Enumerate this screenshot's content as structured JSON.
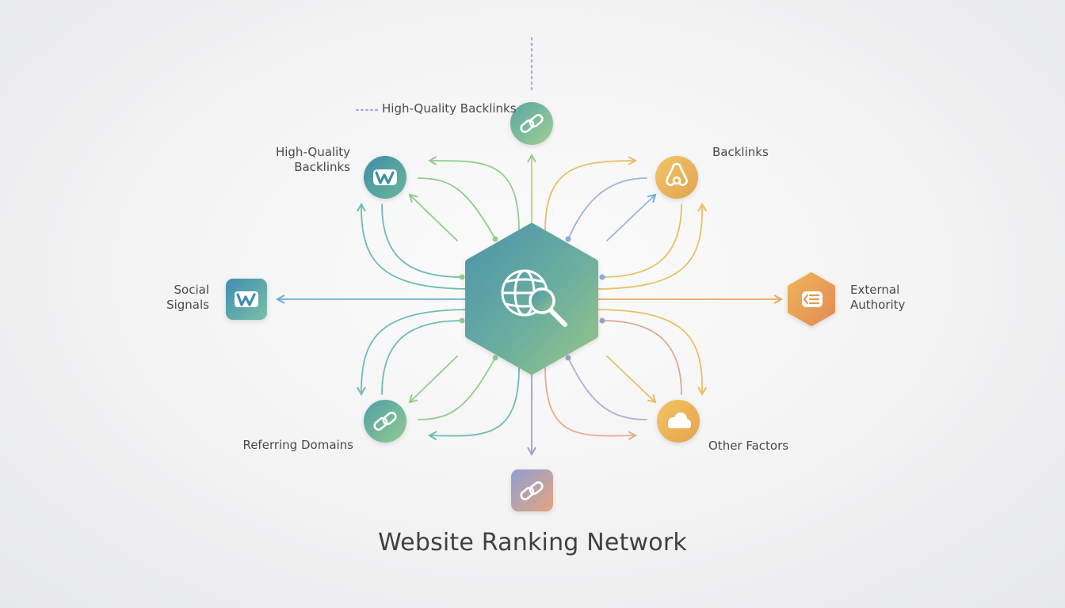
{
  "title": "Website Ranking Network",
  "hub": {
    "icon": "globe-search-icon"
  },
  "nodes": [
    {
      "id": "top",
      "label": "High-Quality Backlinks",
      "icon": "link-icon",
      "shape": "circle",
      "color": "#7fc3a6"
    },
    {
      "id": "upper-left",
      "label_lines": [
        "High-Quality",
        "Backlinks"
      ],
      "icon": "w-logo-icon",
      "shape": "circle",
      "color": "#4e9aa3"
    },
    {
      "id": "upper-right",
      "label": "Backlinks",
      "icon": "link-icon",
      "shape": "circle",
      "color": "#e8b45c"
    },
    {
      "id": "left",
      "label_lines": [
        "Social",
        "Signals"
      ],
      "icon": "w-logo-icon",
      "shape": "rounded-square",
      "color": "#4f9cb0"
    },
    {
      "id": "right",
      "label_lines": [
        "External",
        "Authority"
      ],
      "icon": "list-card-icon",
      "shape": "hexagon",
      "color": "#e9a14f"
    },
    {
      "id": "lower-left",
      "label": "Referring Domains",
      "icon": "link-icon",
      "shape": "circle",
      "color": "#6dbb9e"
    },
    {
      "id": "lower-right",
      "label": "Other Factors",
      "icon": "cloud-icon",
      "shape": "circle",
      "color": "#eab056"
    },
    {
      "id": "bottom",
      "label": "",
      "icon": "link-icon",
      "shape": "rounded-square",
      "color": "#b7a0c9"
    }
  ]
}
